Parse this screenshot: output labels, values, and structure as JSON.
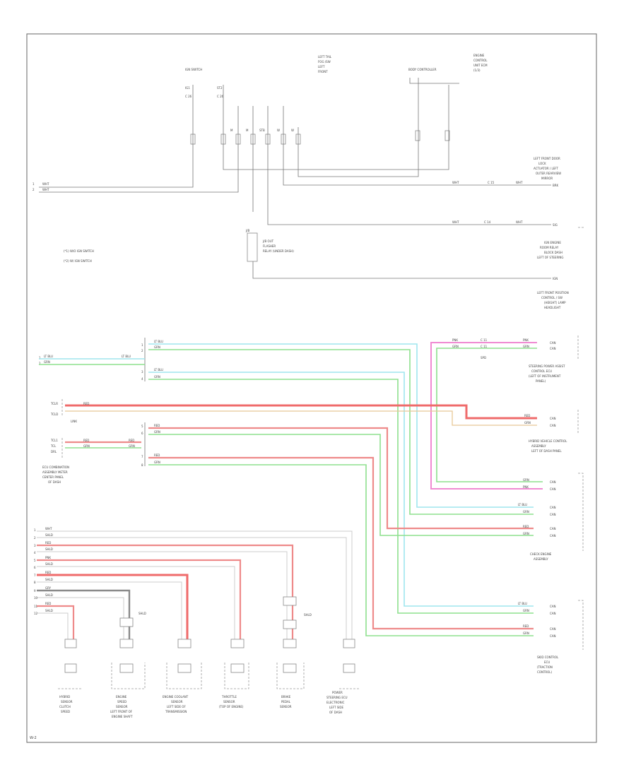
{
  "diagram": {
    "page_ref": "W-2",
    "notes": [
      "(*1) W/O IGN SWITCH",
      "(*2) W/ IGN SWITCH"
    ],
    "top_components": [
      "IGN SWITCH",
      "LEFT TAIL / FOG / SW / LEFT / FRONT",
      "BODY CONTROLLER",
      "ENGINE / CONTROL / UNIT / ECM / (1/3)"
    ],
    "right_components": [
      "LEFT FRONT DOOR / LOCK / ACTUATOR / LEFT OUTER / REARVIEW MIRROR",
      "IGN ENGINE / ROOM / RELAY BLOCK / DASH PANEL / LEFT OF STEERING",
      "LEFT FRONT POSITION / CONTROL / SW (HEIGHT) / LAMP / HEADLIGHT",
      "STEERING / POWER ASSIST / CONTROL / ECU (LEFT OF INSTRUMENT PANEL)",
      "HYBRID VEHICLE / CONTROL ASSEMBLY / LEFT OF DASH PANEL",
      "CHECK ENGINE / ASSEMBLY",
      "SKID CONTROL / ECU / (TRACTION / CONTROL)"
    ],
    "left_components": [
      "ECU (COMBINATION METER ASSEMBLY)"
    ],
    "bottom_components": [
      "HYBRID / SENSOR / CLUTCH / SPEED",
      "ENGINE / SPEED / SENSOR / LEFT FRONT OF / ENGINE SHAFT",
      "ENGINE COOLANT / SENSOR / LEFT SIDE OF / TRANSMISSION",
      "THROTTLE / SENSOR / (TOP OF ENGINE)",
      "BRAKE / PEDAL / SENSOR",
      "POWER / STEERING ECU / ELECTRONIC / LEFT SIDE / OF DASH"
    ],
    "wire_colors": {
      "black": "#777777",
      "gray": "#cccccc",
      "red": "#ee8a8a",
      "pink": "#f08ad2",
      "cyan": "#9fe6ee",
      "green": "#8ee08e",
      "orange": "#e8c896"
    }
  }
}
